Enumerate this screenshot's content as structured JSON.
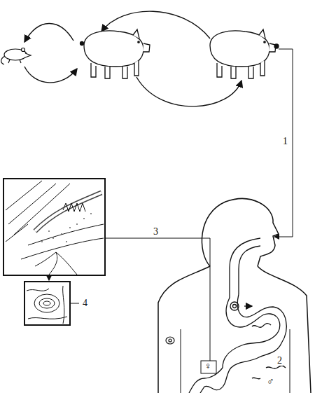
{
  "diagram": {
    "labels": [
      "1",
      "3",
      "4",
      "2",
      "♀",
      "♂"
    ]
  }
}
